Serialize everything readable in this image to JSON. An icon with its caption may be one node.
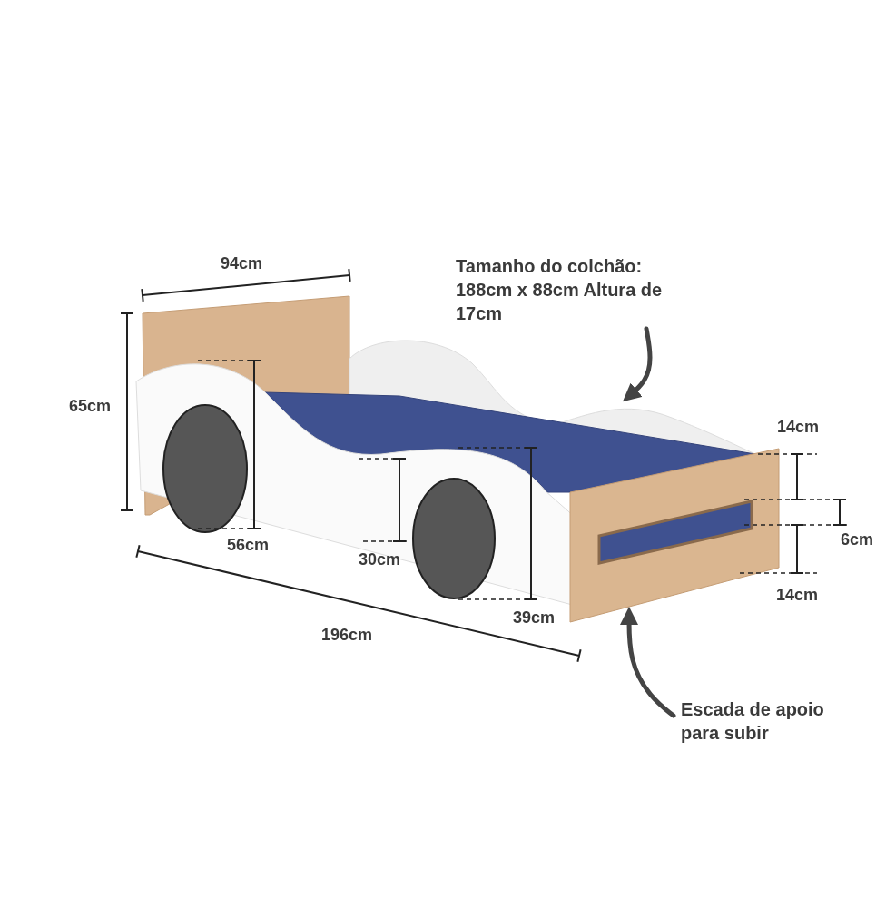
{
  "diagram": {
    "nodes": [
      {
        "text": [
          "Tamanho do colchão: 188cm x 88cm Altura de 17cm"
        ]
      },
      {
        "text": [],
        "shape": "picture"
      },
      {
        "text": [
          "Escada de apoio para subir"
        ]
      },
      {
        "text": [],
        "shape": "picture"
      }
    ],
    "edges": [
      {
        "from": 0,
        "to": 1,
        "arrow": "to"
      },
      {
        "from": 2,
        "to": 3,
        "arrow": "to"
      }
    ],
    "labels": [
      "94cm",
      "65cm",
      "14cm",
      "56cm",
      "30cm",
      "6cm",
      "14cm",
      "39cm",
      "196cm"
    ]
  }
}
